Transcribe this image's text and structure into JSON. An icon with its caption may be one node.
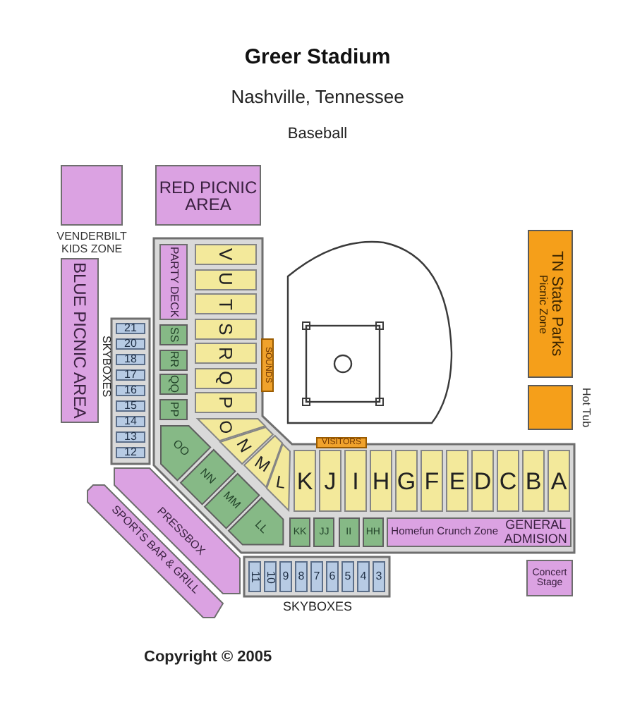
{
  "diagram": {
    "title": "Greer Stadium",
    "nodes": [
      {
        "text": [
          "VENDERBILT KIDS ZONE"
        ]
      },
      {
        "text": [
          "RED PICNIC AREA"
        ]
      },
      {
        "text": [
          "BLUE PICNIC AREA"
        ]
      },
      {
        "text": [
          "PARTY DECK"
        ]
      },
      {
        "text": [
          "V"
        ]
      },
      {
        "text": [
          "U"
        ]
      },
      {
        "text": [
          "T"
        ]
      },
      {
        "text": [
          "S"
        ]
      },
      {
        "text": [
          "R"
        ]
      },
      {
        "text": [
          "Q"
        ]
      },
      {
        "text": [
          "P"
        ]
      },
      {
        "text": [
          "SS"
        ]
      },
      {
        "text": [
          "RR"
        ]
      },
      {
        "text": [
          "QQ"
        ]
      },
      {
        "text": [
          "PP"
        ]
      },
      {
        "text": [
          "SOUNDS"
        ]
      },
      {
        "text": [
          "TN State Parks",
          "Picnic Zone"
        ]
      },
      {
        "text": [
          "Hot Tub"
        ]
      },
      {
        "text": [
          "21"
        ]
      },
      {
        "text": [
          "20"
        ]
      },
      {
        "text": [
          "18"
        ]
      },
      {
        "text": [
          "17"
        ]
      },
      {
        "text": [
          "16"
        ]
      },
      {
        "text": [
          "15"
        ]
      },
      {
        "text": [
          "14"
        ]
      },
      {
        "text": [
          "13"
        ]
      },
      {
        "text": [
          "12"
        ]
      },
      {
        "text": [
          "O"
        ]
      },
      {
        "text": [
          "N"
        ]
      },
      {
        "text": [
          "M"
        ]
      },
      {
        "text": [
          "L"
        ]
      },
      {
        "text": [
          "OO"
        ]
      },
      {
        "text": [
          "NN"
        ]
      },
      {
        "text": [
          "MM"
        ]
      },
      {
        "text": [
          "LL"
        ]
      },
      {
        "text": [
          "VISITORS"
        ]
      },
      {
        "text": [
          "K"
        ]
      },
      {
        "text": [
          "J"
        ]
      },
      {
        "text": [
          "I"
        ]
      },
      {
        "text": [
          "H"
        ]
      },
      {
        "text": [
          "G"
        ]
      },
      {
        "text": [
          "F"
        ]
      },
      {
        "text": [
          "E"
        ]
      },
      {
        "text": [
          "D"
        ]
      },
      {
        "text": [
          "C"
        ]
      },
      {
        "text": [
          "B"
        ]
      },
      {
        "text": [
          "A"
        ]
      },
      {
        "text": [
          "KK"
        ]
      },
      {
        "text": [
          "JJ"
        ]
      },
      {
        "text": [
          "II"
        ]
      },
      {
        "text": [
          "HH"
        ]
      },
      {
        "text": [
          "Homefun Crunch Zone",
          "GENERAL ADMISION"
        ]
      },
      {
        "text": [
          "PRESSBOX"
        ]
      },
      {
        "text": [
          "SPORTS BAR & GRILL"
        ]
      },
      {
        "text": [
          "11"
        ]
      },
      {
        "text": [
          "10"
        ]
      },
      {
        "text": [
          "9"
        ]
      },
      {
        "text": [
          "8"
        ]
      },
      {
        "text": [
          "7"
        ]
      },
      {
        "text": [
          "6"
        ]
      },
      {
        "text": [
          "5"
        ]
      },
      {
        "text": [
          "4"
        ]
      },
      {
        "text": [
          "3"
        ]
      },
      {
        "text": [
          "Concert Stage"
        ]
      }
    ],
    "labels": [
      "Nashville, Tennessee",
      "Baseball",
      "SKYBOXES",
      "SKYBOXES",
      "Copyright © 2005"
    ]
  }
}
